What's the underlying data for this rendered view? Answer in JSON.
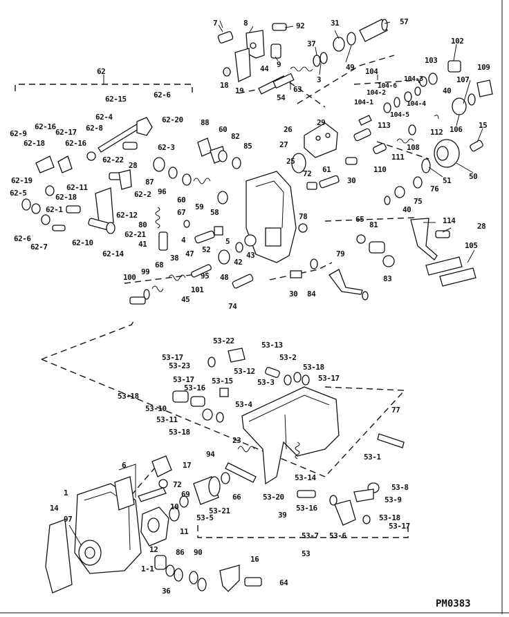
{
  "drawing_code": "PM0383",
  "labels": {
    "l7": "7",
    "l8": "8",
    "l92": "92",
    "l31": "31",
    "l57": "57",
    "l102": "102",
    "l9": "9",
    "l37": "37",
    "l18": "18",
    "l19": "19",
    "l44": "44",
    "l63": "63",
    "l3": "3",
    "l49": "49",
    "l54": "54",
    "l104": "104",
    "l103": "103",
    "l109": "109",
    "l107": "107",
    "l40a": "40",
    "l62": "62",
    "l104_1": "104-1",
    "l104_2": "104-2",
    "l104_6": "104-6",
    "l104_3": "104-3",
    "l104_4": "104-4",
    "l104_5": "104-5",
    "l106": "106",
    "l15": "15",
    "l62_15": "62-15",
    "l62_6a": "62-6",
    "l62_4": "62-4",
    "l62_20": "62-20",
    "l62_8": "62-8",
    "l62_3": "62-3",
    "l62_9": "62-9",
    "l62_16a": "62-16",
    "l62_17": "62-17",
    "l62_18a": "62-18",
    "l62_16b": "62-16",
    "l62_19": "62-19",
    "l62_22": "62-22",
    "l28a": "28",
    "l88": "88",
    "l60a": "60",
    "l82": "82",
    "l85": "85",
    "l26": "26",
    "l29": "29",
    "l113": "113",
    "l112": "112",
    "l27": "27",
    "l108": "108",
    "l111": "111",
    "l110": "110",
    "l50": "50",
    "l62_5": "62-5",
    "l62_11": "62-11",
    "l62_18b": "62-18",
    "l62_2": "62-2",
    "l87": "87",
    "l96": "96",
    "l25": "25",
    "l72": "72",
    "l61": "61",
    "l30a": "30",
    "l51": "51",
    "l76": "76",
    "l62_1": "62-1",
    "l60b": "60",
    "l59": "59",
    "l58": "58",
    "l75": "75",
    "l40b": "40",
    "l62_12": "62-12",
    "l67": "67",
    "l80": "80",
    "l114": "114",
    "l28b": "28",
    "l62_6b": "62-6",
    "l62_10": "62-10",
    "l62_21": "62-21",
    "l62_7": "62-7",
    "l62_14": "62-14",
    "l4": "4",
    "l41": "41",
    "l52": "52",
    "l5": "5",
    "l78": "78",
    "l65": "65",
    "l81": "81",
    "l105": "105",
    "l47": "47",
    "l38": "38",
    "l68": "68",
    "l99": "99",
    "l100": "100",
    "l95": "95",
    "l101": "101",
    "l45": "45",
    "l48": "48",
    "l42": "42",
    "l43": "43",
    "l79": "79",
    "l83": "83",
    "l74": "74",
    "l30b": "30",
    "l84": "84",
    "l53_22": "53-22",
    "l53_13": "53-13",
    "l53_17a": "53-17",
    "l53_23": "53-23",
    "l53_2": "53-2",
    "l53_12": "53-12",
    "l53_18a": "53-18",
    "l53_17b": "53-17",
    "l53_15": "53-15",
    "l53_3": "53-3",
    "l53_17c": "53-17",
    "l53_16a": "53-16",
    "l53_18b": "53-18",
    "l53_10": "53-10",
    "l53_4": "53-4",
    "l53_11": "53-11",
    "l53_18c": "53-18",
    "l77": "77",
    "l23": "23",
    "l53_1": "53-1",
    "l6": "6",
    "l17": "17",
    "l94": "94",
    "l72b": "72",
    "l1": "1",
    "l69": "69",
    "l66": "66",
    "l53_14": "53-14",
    "l53_8": "53-8",
    "l53_20": "53-20",
    "l53_9": "53-9",
    "l14": "14",
    "l10": "10",
    "l53_5": "53-5",
    "l53_21": "53-21",
    "l39": "39",
    "l53_16b": "53-16",
    "l53_18d": "53-18",
    "l97": "97",
    "l11": "11",
    "l53_6": "53-6",
    "l53_17d": "53-17",
    "l53_7": "53-7",
    "l12": "12",
    "l53": "53",
    "l86": "86",
    "l90": "90",
    "l16": "16",
    "l1_1": "1-1",
    "l36": "36",
    "l64": "64"
  }
}
